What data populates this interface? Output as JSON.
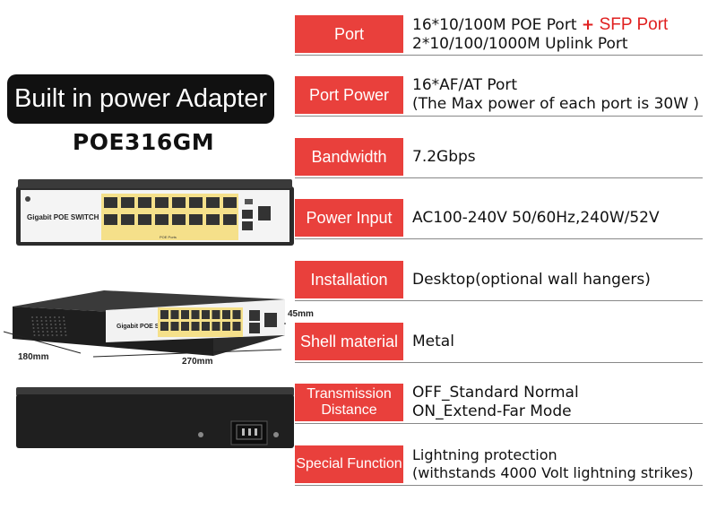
{
  "badge": "Built in power Adapter",
  "model": "POE316GM",
  "device": {
    "front_label": "Gigabit POE SWITCH",
    "iso_label": "Gigabit POE SWITCH",
    "poe_ports_label": "POE Ports"
  },
  "dimensions": {
    "depth": "180mm",
    "width": "270mm",
    "height": "45mm"
  },
  "specs": [
    {
      "label": "Port",
      "lines": [
        "16*10/100M POE Port",
        "2*10/100/1000M Uplink Port"
      ],
      "plus": "+",
      "extra": "SFP Port"
    },
    {
      "label": "Port Power",
      "lines": [
        "16*AF/AT Port",
        "(The Max power of each port is 30W )"
      ]
    },
    {
      "label": "Bandwidth",
      "lines": [
        "7.2Gbps"
      ]
    },
    {
      "label": "Power Input",
      "lines": [
        "AC100-240V 50/60Hz,240W/52V"
      ]
    },
    {
      "label": "Installation",
      "lines": [
        "Desktop(optional wall hangers)"
      ]
    },
    {
      "label": "Shell material",
      "lines": [
        "Metal"
      ]
    },
    {
      "label": "Transmission Distance",
      "lines": [
        "OFF_Standard Normal",
        "ON_Extend-Far Mode"
      ]
    },
    {
      "label": "Special Function",
      "lines": [
        "Lightning protection",
        "(withstands 4000 Volt lightning  strikes)"
      ]
    }
  ],
  "colors": {
    "accent": "#e9403c",
    "badge_bg": "#111111",
    "port_highlight": "#f5e08a"
  }
}
